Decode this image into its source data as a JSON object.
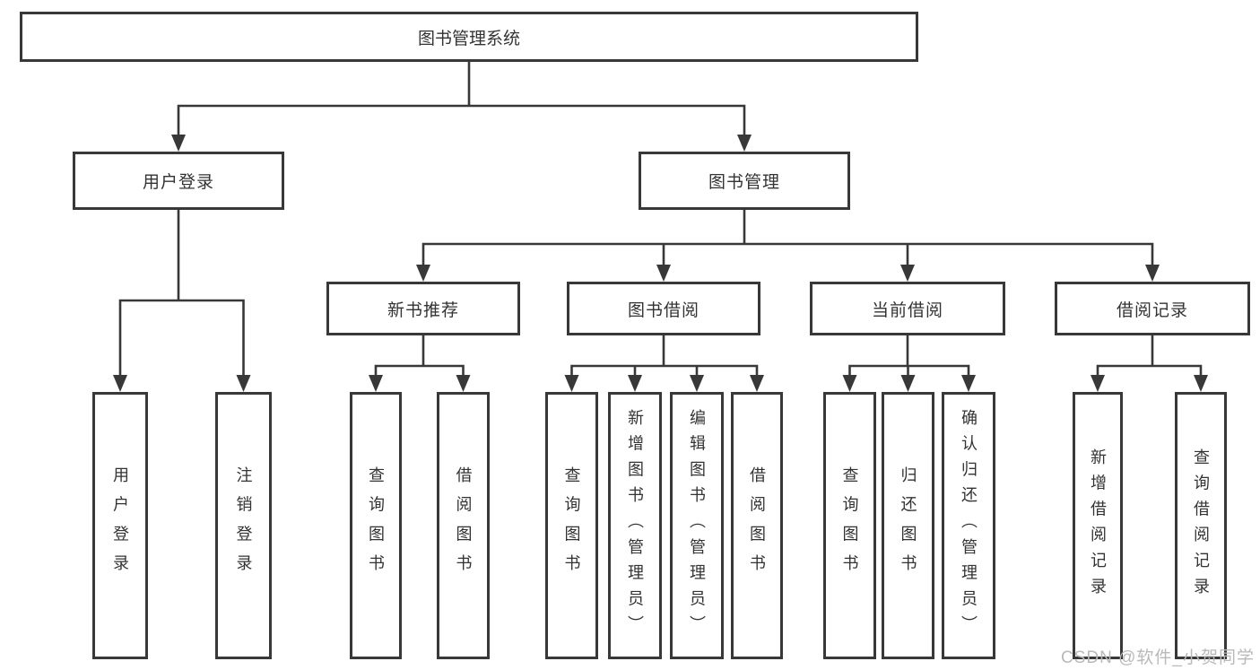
{
  "diagram": {
    "root": {
      "label": "图书管理系统"
    },
    "level2": [
      {
        "label": "用户登录"
      },
      {
        "label": "图书管理"
      }
    ],
    "level3": [
      {
        "label": "新书推荐"
      },
      {
        "label": "图书借阅"
      },
      {
        "label": "当前借阅"
      },
      {
        "label": "借阅记录"
      }
    ],
    "leaves": {
      "user_login": [
        {
          "label": "用户登录"
        },
        {
          "label": "注销登录"
        }
      ],
      "new_book_recommend": [
        {
          "label": "查询图书"
        },
        {
          "label": "借阅图书"
        }
      ],
      "book_borrow": [
        {
          "label": "查询图书"
        },
        {
          "label": "新增图书（管理员）"
        },
        {
          "label": "编辑图书（管理员）"
        },
        {
          "label": "借阅图书"
        }
      ],
      "current_borrow": [
        {
          "label": "查询图书"
        },
        {
          "label": "归还图书"
        },
        {
          "label": "确认归还（管理员）"
        }
      ],
      "borrow_records": [
        {
          "label": "新增借阅记录"
        },
        {
          "label": "查询借阅记录"
        }
      ]
    },
    "watermark": "CSDN @软件_小贺同学",
    "colors": {
      "line": "#383838",
      "text": "#333333",
      "watermark": "#b9b9b9",
      "background": "#ffffff"
    }
  }
}
